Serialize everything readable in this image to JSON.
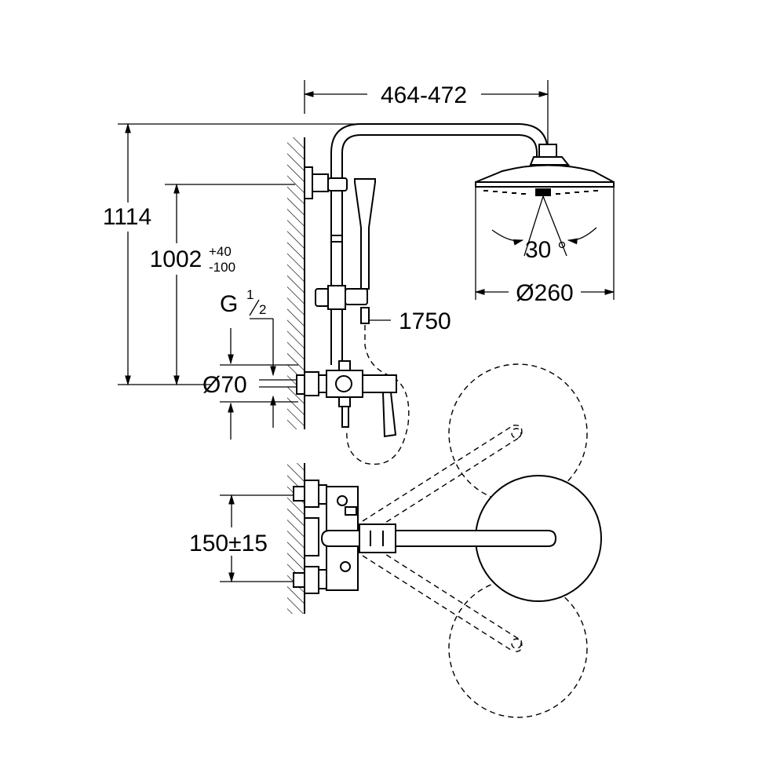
{
  "dimensions": {
    "width_range": "464-472",
    "total_height": "1114",
    "outlet_height": "1002",
    "outlet_tol_plus": "+40",
    "outlet_tol_minus": "-100",
    "thread_prefix": "G",
    "thread_num": "1",
    "thread_den": "2",
    "flange_diameter": "Ø70",
    "hose_length": "1750",
    "tilt_angle": "30",
    "tilt_unit": "°",
    "head_diameter": "Ø260",
    "centre_distance": "150±15"
  }
}
